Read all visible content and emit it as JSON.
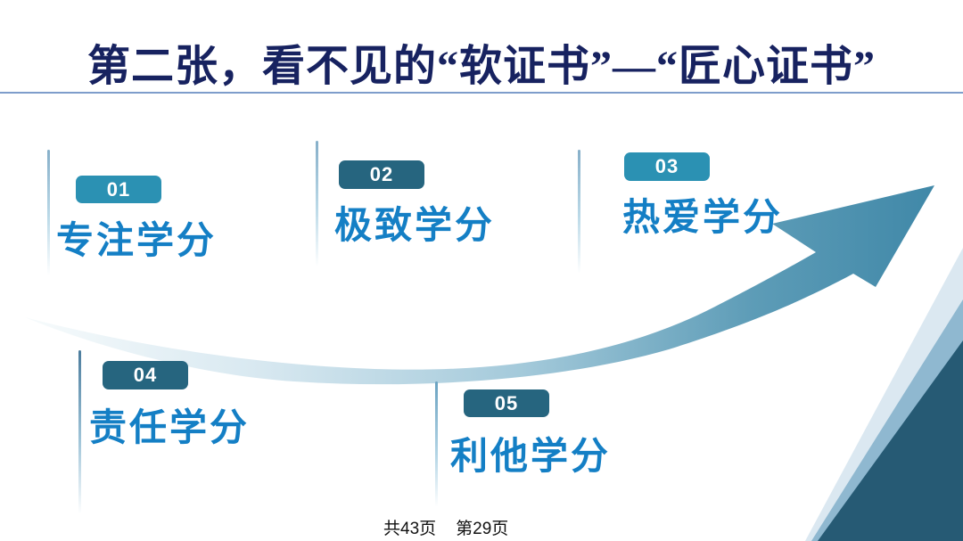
{
  "slide": {
    "title": "第二张，看不见的“软证书”—“匠心证书”",
    "items": [
      {
        "number": "01",
        "label": "专注学分"
      },
      {
        "number": "02",
        "label": "极致学分"
      },
      {
        "number": "03",
        "label": "热爱学分"
      },
      {
        "number": "04",
        "label": "责任学分"
      },
      {
        "number": "05",
        "label": "利他学分"
      }
    ],
    "footer": {
      "total_pages": "共43页",
      "current_page": "第29页"
    },
    "colors": {
      "title_navy": "#172260",
      "divider_blue": "#7e9dcb",
      "badge_teal_light": "#2b91b3",
      "badge_teal_dark": "#26657f",
      "label_blue": "#147fc5",
      "arrow_gradient": [
        "#f7fbfc",
        "#d9e9f1",
        "#a3c9da",
        "#5d9cb7",
        "#4088a8"
      ],
      "triangle_light": "#dbe8f1",
      "triangle_mid": "#8fb8d0",
      "triangle_dark": "#265a74"
    }
  }
}
